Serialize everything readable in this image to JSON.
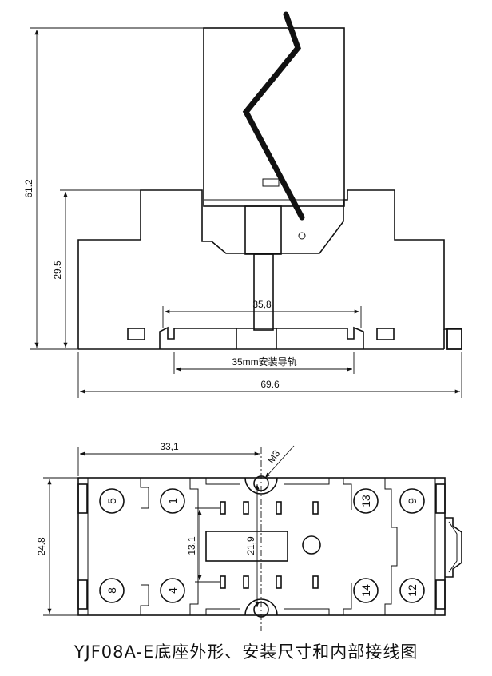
{
  "dimensions": {
    "total_height": "61.2",
    "base_height": "29.5",
    "rail_span": "35,8",
    "rail_label": "35mm安装导轨",
    "base_width": "69.6",
    "half_width": "33,1",
    "screw": "M3",
    "base_depth": "24.8",
    "pin_pitch_x": "13,1",
    "pin_pitch_y": "21,9"
  },
  "terminals": {
    "top_row": [
      "5",
      "1",
      "13",
      "9"
    ],
    "bottom_row": [
      "8",
      "4",
      "14",
      "12"
    ]
  },
  "caption": "YJF08A-E底座外形、安装尺寸和内部接线图"
}
